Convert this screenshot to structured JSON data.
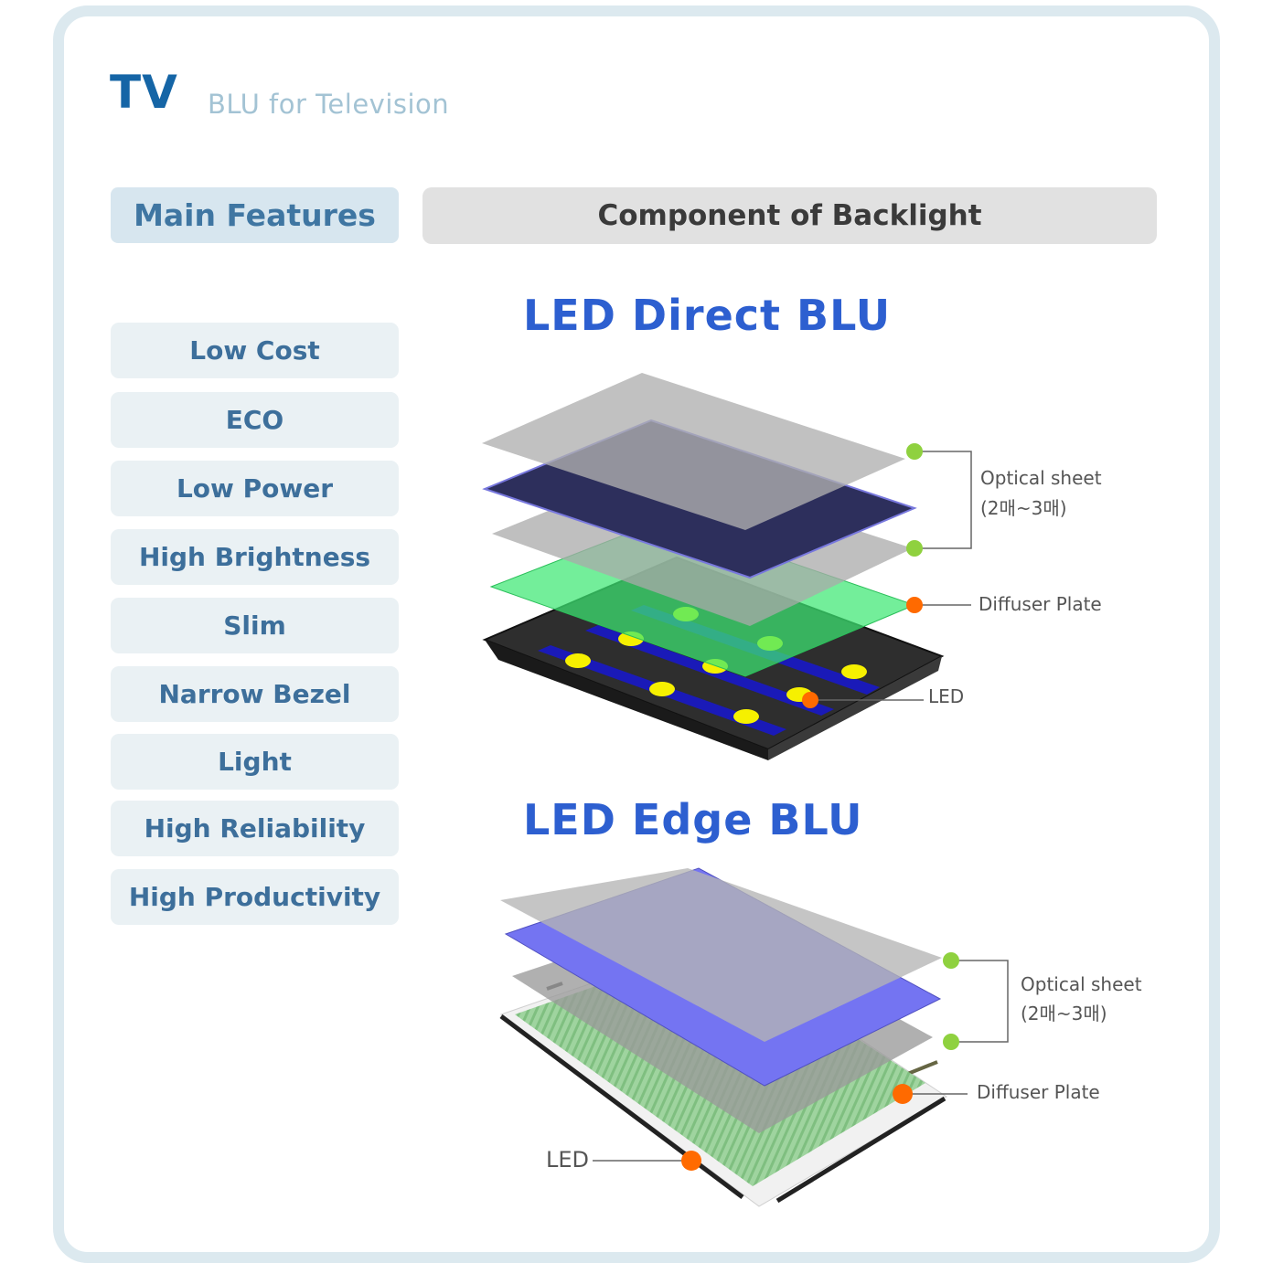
{
  "header": {
    "title": "TV",
    "subtitle": "BLU for Television"
  },
  "tabs": {
    "main_features": "Main Features",
    "component": "Component of Backlight"
  },
  "features": [
    "Low Cost",
    "ECO",
    "Low Power",
    "High Brightness",
    "Slim",
    "Narrow Bezel",
    "Light",
    "High Reliability",
    "High Productivity"
  ],
  "direct": {
    "title": "LED Direct BLU",
    "optical_sheet": "Optical  sheet",
    "optical_count": "(2매~3매)",
    "diffuser": "Diffuser  Plate",
    "led": "LED"
  },
  "edge": {
    "title": "LED Edge BLU",
    "optical_sheet": "Optical  sheet",
    "optical_count": "(2매~3매)",
    "diffuser": "Diffuser  Plate",
    "led": "LED"
  },
  "colors": {
    "title_blue": "#1565a6",
    "diagram_title": "#2d5fd0",
    "feature_text": "#3d6f9b",
    "green_dot": "#8fd13f",
    "orange_dot": "#ff6a00"
  }
}
